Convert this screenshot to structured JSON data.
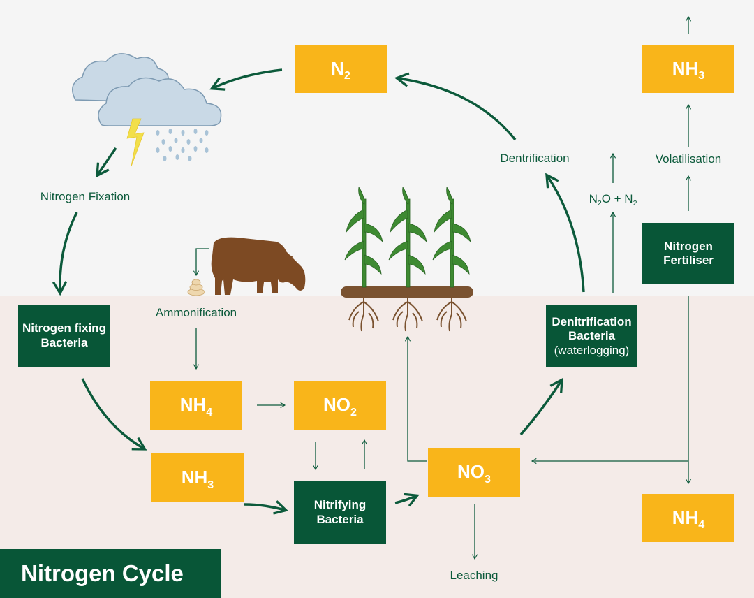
{
  "title": "Nitrogen Cycle",
  "colors": {
    "yellow_box": "#f9b51a",
    "green_box": "#085637",
    "arrow": "#0c5a3b",
    "sky": "#f5f5f5",
    "soil": "#f4ebe8",
    "cloud": "#c9d9e6",
    "cow": "#7d4a23",
    "plant": "#3e8a32",
    "root": "#7a5230"
  },
  "icons": [
    "cloud-icon",
    "lightning-icon",
    "rain-icon",
    "cow-icon",
    "manure-icon",
    "corn-plant-icon",
    "roots-icon"
  ],
  "boxes": {
    "n2_top": {
      "main": "N",
      "sub": "2"
    },
    "nh3_top": {
      "main": "NH",
      "sub": "3"
    },
    "nitrogen_fertiliser": {
      "line1": "Nitrogen",
      "line2": "Fertiliser"
    },
    "nitrogen_fixing_bacteria": {
      "line1": "Nitrogen fixing",
      "line2": "Bacteria"
    },
    "nh4_left": {
      "main": "NH",
      "sub": "4"
    },
    "no2": {
      "main": "NO",
      "sub": "2"
    },
    "nh3_left": {
      "main": "NH",
      "sub": "3"
    },
    "nitrifying_bacteria": {
      "line1": "Nitrifying",
      "line2": "Bacteria"
    },
    "no3": {
      "main": "NO",
      "sub": "3"
    },
    "denitrification_bacteria": {
      "line1": "Denitrification",
      "line2": "Bacteria",
      "line3": "(waterlogging)"
    },
    "nh4_right": {
      "main": "NH",
      "sub": "4"
    }
  },
  "labels": {
    "nitrogen_fixation": "Nitrogen Fixation",
    "ammonification": "Ammonification",
    "dentrification": "Dentrification",
    "n2o_part1": "N",
    "n2o_sub1": "2",
    "n2o_part2": "O + N",
    "n2o_sub2": "2",
    "volatilisation": "Volatilisation",
    "leaching": "Leaching"
  }
}
